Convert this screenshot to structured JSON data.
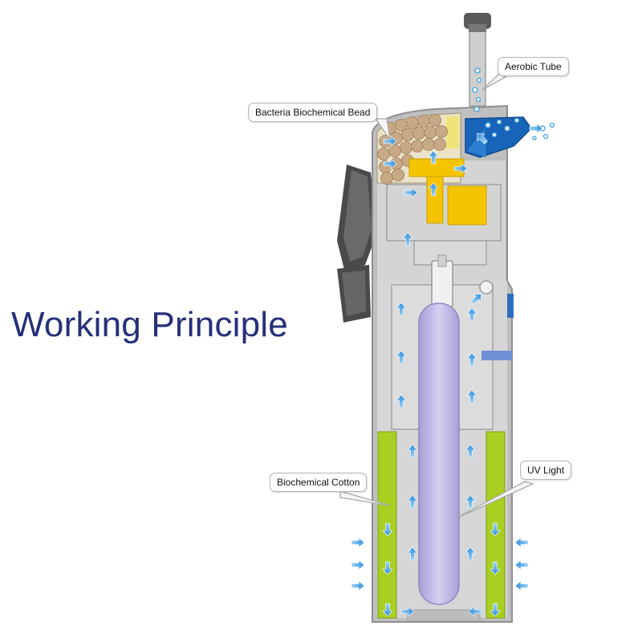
{
  "title": "Working Principle",
  "callouts": {
    "aerobic_tube": "Aerobic Tube",
    "bacteria_bead": "Bacteria Biochemical Bead",
    "biochemical_cotton": "Biochemical Cotton",
    "uv_light": "UV Light"
  },
  "colors": {
    "title": "#25307a",
    "housing": "#b9b9b9",
    "chamber": "#d9d9d9",
    "cotton": "#a9cf22",
    "bead": "#c8a986",
    "impeller": "#f5c400",
    "uv_lamp": "#c7bde8",
    "outlet": "#1764b8",
    "flow_arrow": "#3ea0e6"
  },
  "icons": [
    "flow-arrow-icon",
    "bubble-icon"
  ]
}
